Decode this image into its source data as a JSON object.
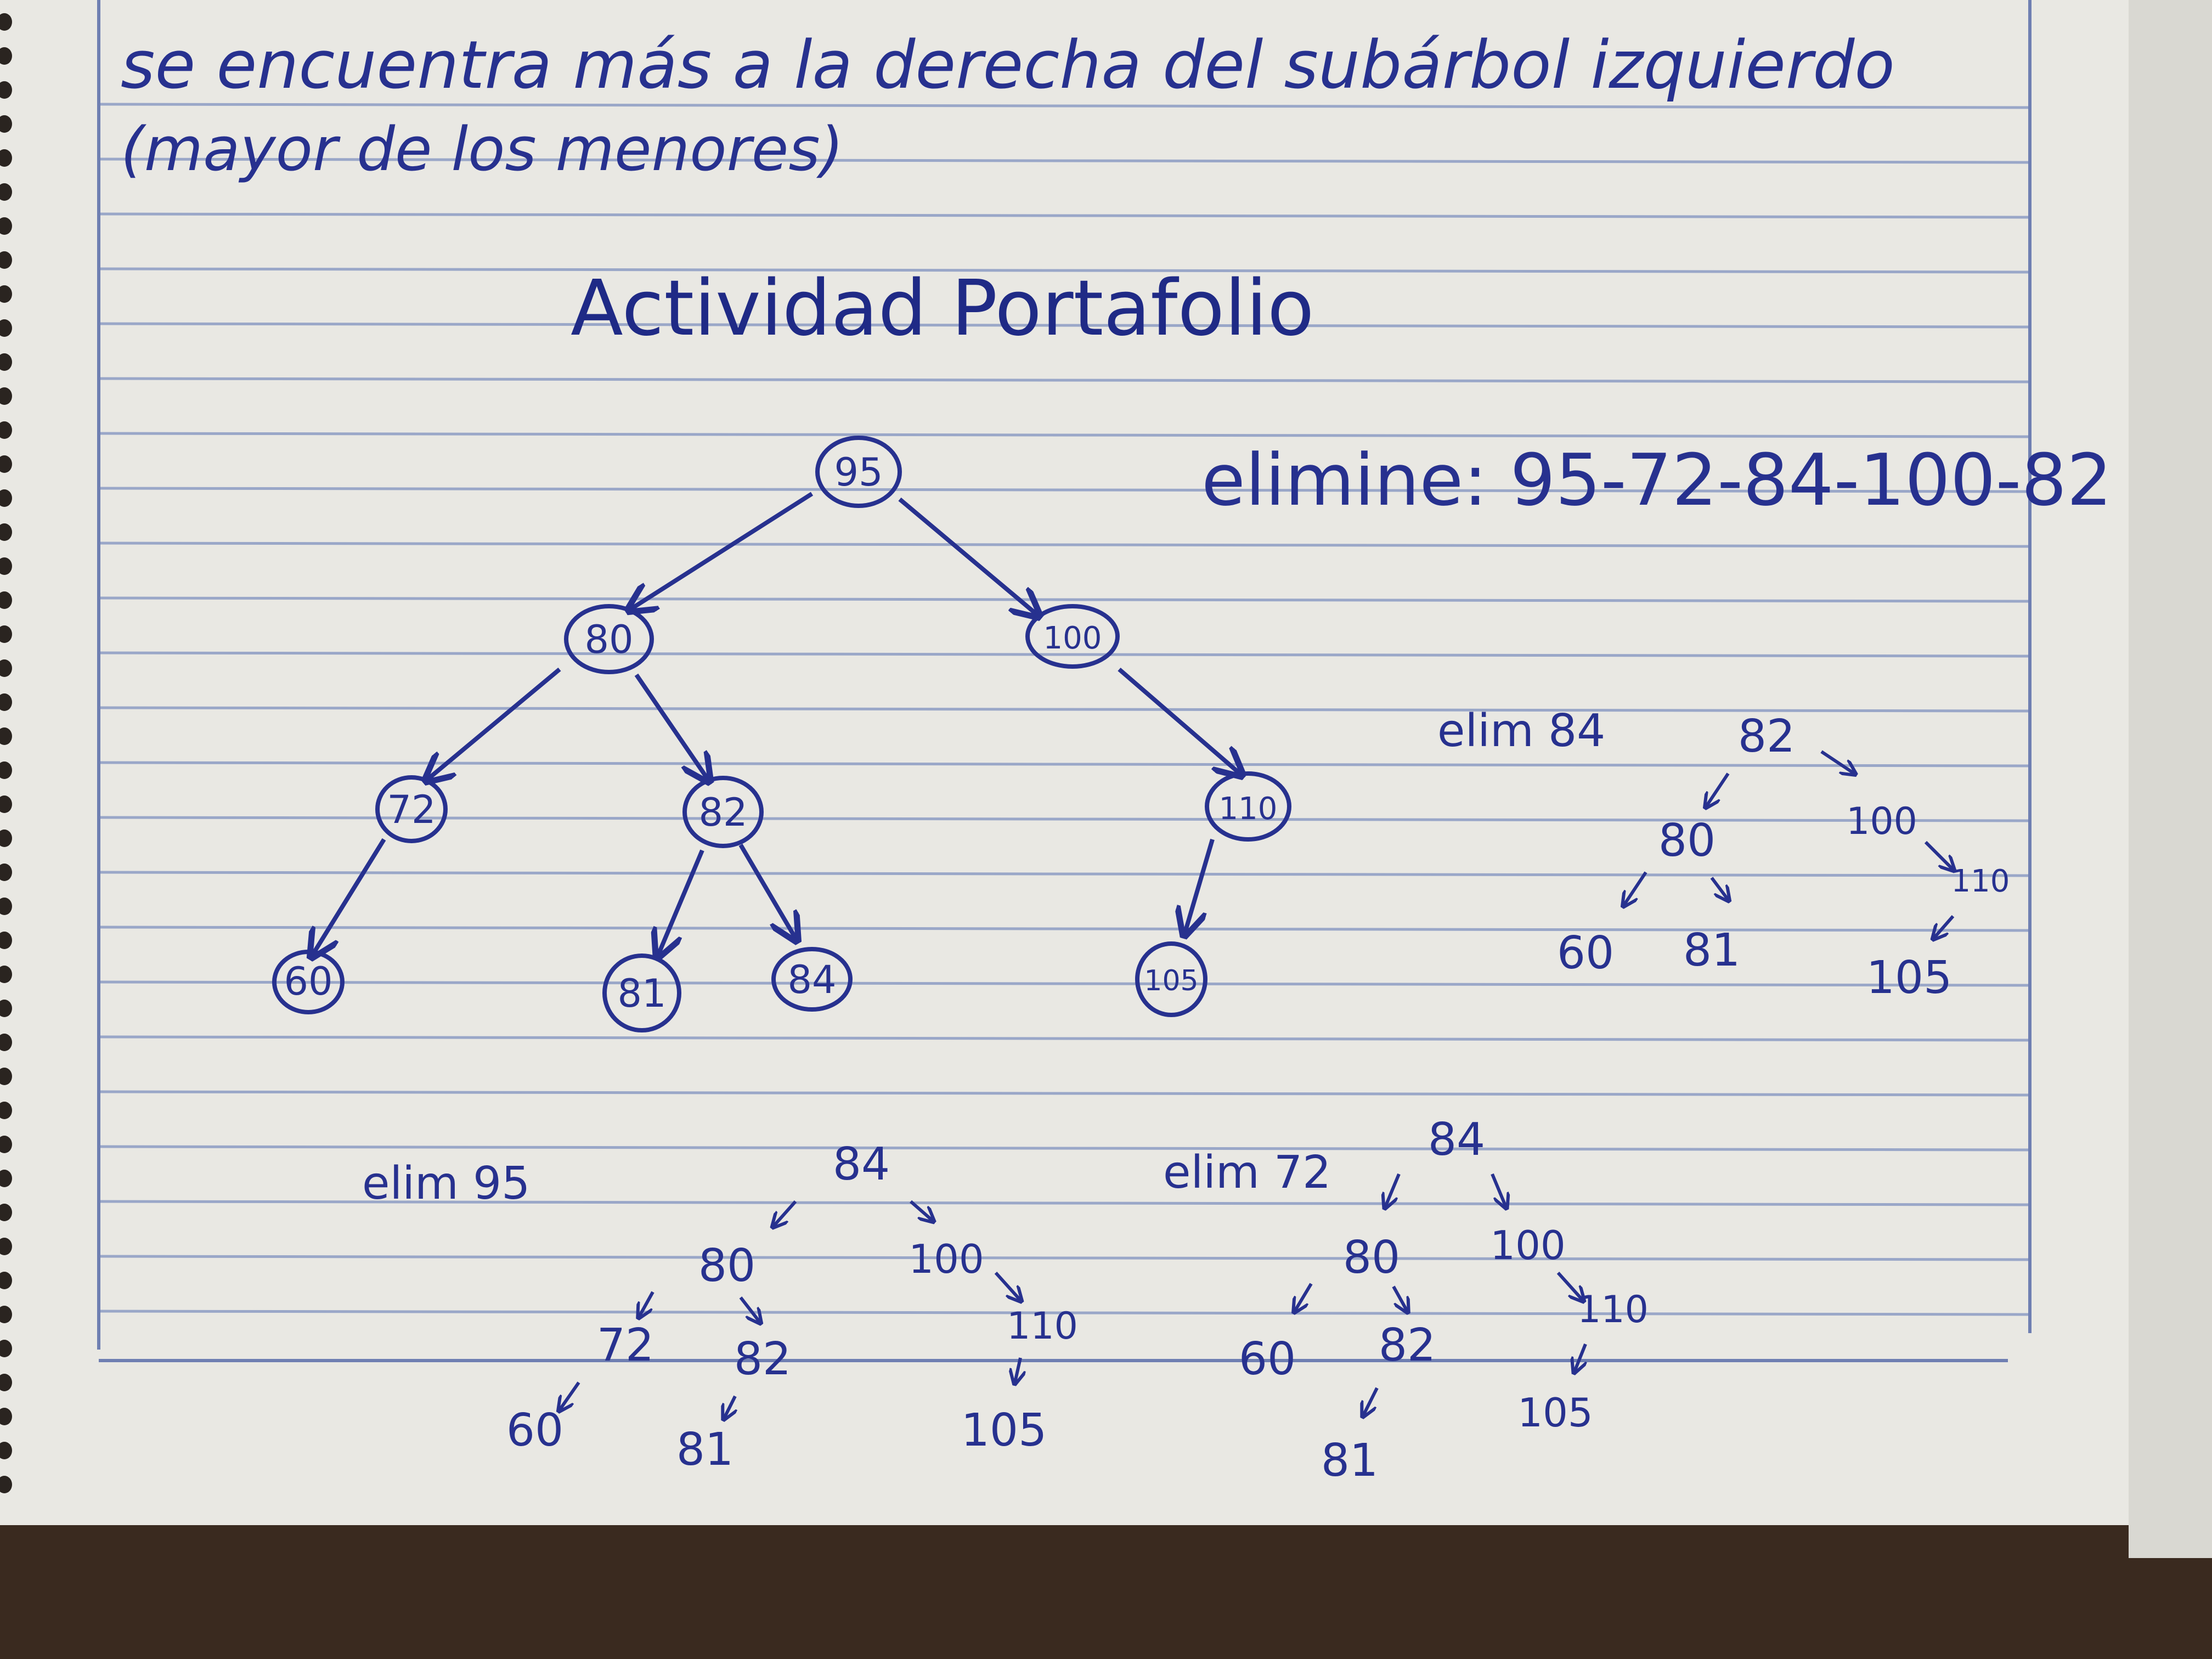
{
  "notebook": {
    "paper_color": "#e9e8e3",
    "rule_color": "#9aa7c8",
    "ink_color": "#27318f",
    "table_color": "#3a2a1f"
  },
  "intro": {
    "line1": "se encuentra más a la derecha del subárbol izquierdo",
    "line2": "(mayor de los menores)"
  },
  "title": "Actividad Portafolio",
  "instruction": "elimine: 95-72-84-100-82",
  "main_tree": {
    "nodes": [
      "95",
      "80",
      "100",
      "72",
      "82",
      "110",
      "60",
      "81",
      "84",
      "105"
    ]
  },
  "step_elim95": {
    "label": "elim 95",
    "nodes": [
      "84",
      "80",
      "100",
      "72",
      "82",
      "110",
      "60",
      "81",
      "105"
    ]
  },
  "step_elim72": {
    "label": "elim 72",
    "nodes": [
      "84",
      "80",
      "100",
      "60",
      "82",
      "110",
      "81",
      "105"
    ]
  },
  "step_elim84": {
    "label": "elim 84",
    "nodes": [
      "82",
      "80",
      "100",
      "60",
      "81",
      "110",
      "105"
    ]
  }
}
